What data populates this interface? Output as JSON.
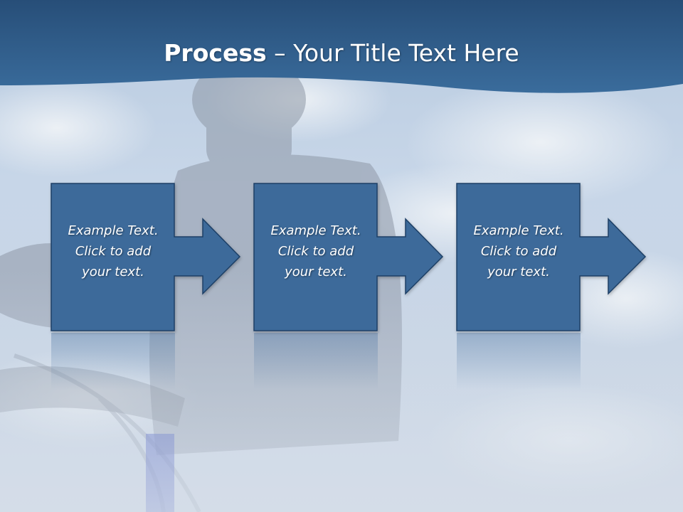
{
  "slide": {
    "title_bold": "Process",
    "title_rest": " – Your Title Text Here",
    "steps": [
      {
        "text": "Example Text.\nClick  to add\nyour text."
      },
      {
        "text": "Example Text.\nClick  to add\nyour text."
      },
      {
        "text": "Example Text.\nClick  to add\nyour text."
      }
    ]
  },
  "colors": {
    "header": "#2f5f8f",
    "box_fill": "#3e6a9a",
    "box_stroke": "#1f3f66",
    "text": "#ffffff"
  }
}
